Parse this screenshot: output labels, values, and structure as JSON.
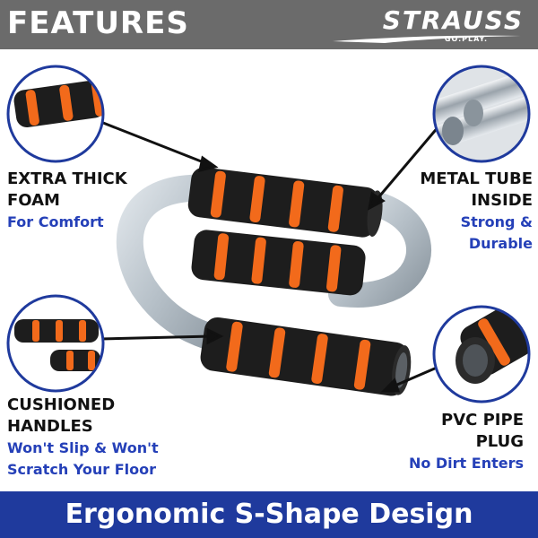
{
  "header": {
    "title": "FEATURES"
  },
  "brand": {
    "name": "STRAUSS",
    "tagline": "GO.PLAY."
  },
  "features": {
    "foam": {
      "title_line1": "EXTRA THICK",
      "title_line2": "FOAM",
      "subtitle": "For Comfort",
      "icon": "foam-grip-closeup"
    },
    "tube": {
      "title_line1": "METAL TUBE",
      "title_line2": "INSIDE",
      "subtitle_line1": "Strong &",
      "subtitle_line2": "Durable",
      "icon": "metal-tube-closeup"
    },
    "handles": {
      "title_line1": "CUSHIONED",
      "title_line2": "HANDLES",
      "subtitle_line1": "Won't Slip & Won't",
      "subtitle_line2": "Scratch Your Floor",
      "icon": "cushioned-handles-closeup"
    },
    "plug": {
      "title_line1": "PVC PIPE",
      "title_line2": "PLUG",
      "subtitle": "No Dirt Enters",
      "icon": "pvc-plug-closeup"
    }
  },
  "footer": {
    "text": "Ergonomic S-Shape Design"
  },
  "colors": {
    "header_bg": "#6b6b6b",
    "footer_bg": "#1f3a9d",
    "accent_blue": "#2540b8",
    "foam_orange": "#f26a1b",
    "foam_black": "#1d1d1d",
    "tube_gray": "#b9c2c9"
  }
}
